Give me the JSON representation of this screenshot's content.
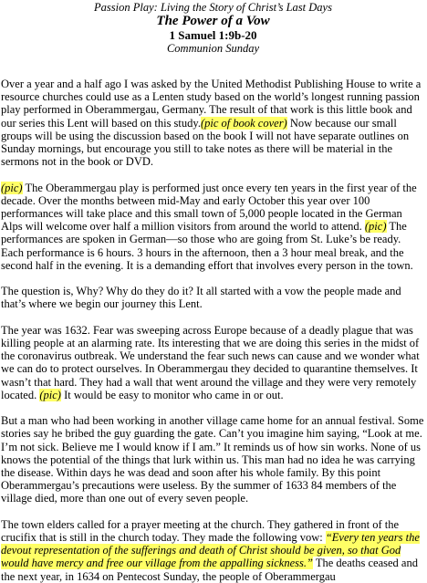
{
  "header": {
    "series": "Passion Play: Living the Story of Christ’s Last Days",
    "title": "The Power of a Vow",
    "scripture": "1 Samuel 1:9b-20",
    "occasion": "Communion Sunday"
  },
  "p1": {
    "a": "Over a year and a half ago I was asked by the United Methodist Publishing House to write a resource churches could use as a Lenten study based on the world’s longest running passion play performed in Oberammergau, Germany. The result of that work is this little book and our series this Lent will based on this study.",
    "h1": "(pic of book cover)",
    "b": " Now because our small groups will be using the discussion based on the book I will not have separate outlines on Sunday mornings, but encourage you still to take notes as there will be material in the sermons not in the book or DVD."
  },
  "p2": {
    "h1": "(pic)",
    "a": " The Oberammergau play is performed just once every ten years in the first year of the decade. Over the months between mid-May and early October this year over 100 performances will take place and this small town of 5,000 people located in the German Alps will welcome over half a million visitors from around the world to attend. ",
    "h2": "(pic)",
    "b": " The performances are spoken in German—so those who are going from St. Luke’s be ready. Each performance is 6 hours. 3 hours in the afternoon, then a 3 hour meal break, and the second half in the evening. It is a demanding effort that involves every person in the town."
  },
  "p3": {
    "a": "The question is, Why? Why do they do it? It all started with a vow the people made and that’s where we begin our journey this Lent."
  },
  "p4": {
    "a": "The year was 1632. Fear was sweeping across Europe because of a deadly plague that was killing people at an alarming rate. Its interesting that we are doing this series in the midst of the coronavirus outbreak. We understand the fear such news can cause and we wonder what we can do to protect ourselves. In Oberammergau they decided to quarantine themselves. It wasn’t that hard. They had a wall that went around the village and they were very remotely located. ",
    "h1": "(pic)",
    "b": " It would be easy to monitor who came in or out."
  },
  "p5": {
    "a": "But a man who had been working in another village came home for an annual festival. Some stories say he bribed the guy guarding the gate. Can’t you imagine him saying, “Look at me. I’m not sick. Believe me I would know if I am.” It reminds us of how sin works. None of us knows the potential of the things that lurk within us. This man had no idea he was carrying the disease. Within days he was dead and soon after his whole family. By this point Oberammergau’s precautions were useless. By the summer of 1633 84 members of the village died, more than one out of every seven people."
  },
  "p6": {
    "a": "The town elders called for a prayer meeting at the church. They gathered in front of the crucifix that is still in the church today. They made the following vow: ",
    "q": "“Every ten years the devout representation of the sufferings and death of Christ should be given, so that God would have mercy and free our village from the appalling sickness.”",
    "b": " The deaths ceased and the next year, in 1634 on Pentecost Sunday, the people of Oberammergau"
  }
}
